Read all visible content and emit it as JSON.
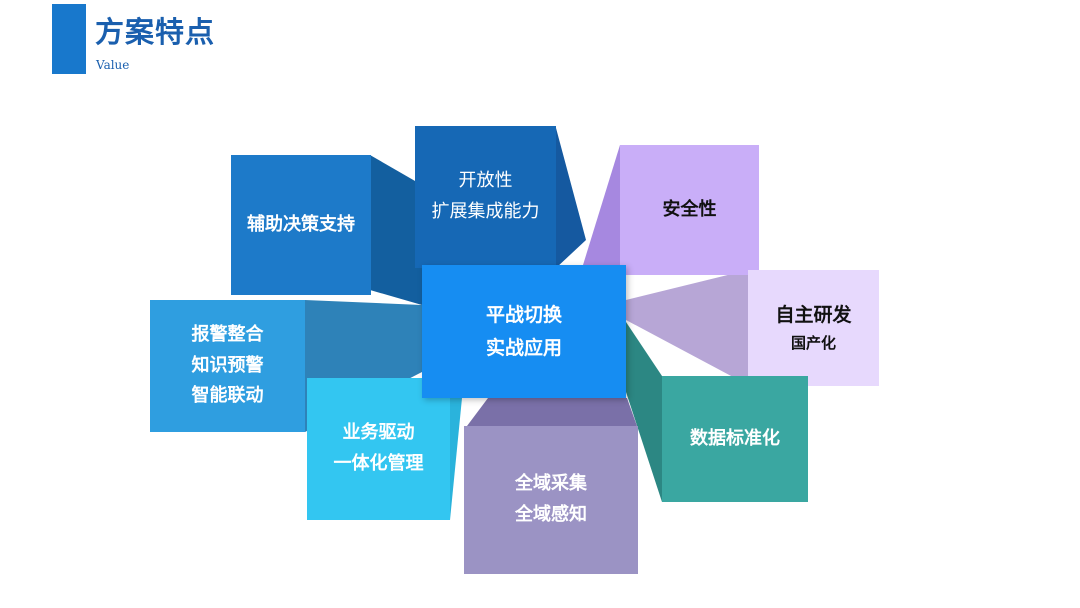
{
  "header": {
    "title": "方案特点",
    "subtitle": "Value"
  },
  "center": {
    "lines": [
      "平战切换",
      "实战应用"
    ]
  },
  "items": {
    "decision": {
      "lines": [
        "辅助决策支持"
      ]
    },
    "openness": {
      "lines": [
        "开放性",
        "扩展集成能力"
      ]
    },
    "security": {
      "lines": [
        "安全性"
      ]
    },
    "selfdev": {
      "lines": [
        "自主研发",
        "国产化"
      ]
    },
    "standard": {
      "lines": [
        "数据标准化"
      ]
    },
    "collect": {
      "lines": [
        "全域采集",
        "全域感知"
      ]
    },
    "business": {
      "lines": [
        "业务驱动",
        "一体化管理"
      ]
    },
    "alarm": {
      "lines": [
        "报警整合",
        "知识预警",
        "智能联动"
      ]
    }
  },
  "colors": {
    "accent": "#1878cc",
    "center": "#168df2",
    "decision": "#1d7ac9",
    "openness": "#1668b5",
    "security": "#c9aef8",
    "selfdev": "#e7d9fd",
    "standard": "#3aa7a1",
    "collect": "#9b93c4",
    "business": "#33c6f1",
    "alarm": "#2f9ee0"
  }
}
